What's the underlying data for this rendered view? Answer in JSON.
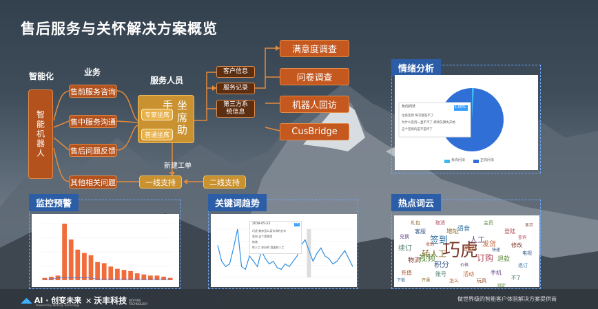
{
  "slide": {
    "title": "售后服务与关怀解决方案概览"
  },
  "headings": {
    "intelligent": "智能化",
    "business": "业务",
    "staff": "服务人员"
  },
  "robot": "智能机器人",
  "business_items": [
    "售前服务咨询",
    "售中服务沟通",
    "售后问题反馈",
    "其他相关问题"
  ],
  "agent_assistant": "坐席助手",
  "seats": [
    "专家坐席",
    "普通坐席"
  ],
  "info_boxes": [
    "客户信息",
    "服务记录",
    "第三方系统信息"
  ],
  "channels": [
    "满意度调查",
    "问卷调查",
    "机器人回访",
    "CusBridge"
  ],
  "work_order": "新建工单",
  "support": {
    "first": "一线支持",
    "second": "二线支持"
  },
  "panels": {
    "emotion": "情绪分析",
    "monitor": "监控预警",
    "keyword": "关键词趋势",
    "hot": "热点词云"
  },
  "emotion_chart": {
    "category": "负向问法",
    "badge": "1.00%",
    "items": [
      "垃圾签到 每次都签不了",
      "为什么签到一直不不了 麻烦又算失开始",
      "这个签到的是不是坏了"
    ],
    "legend": [
      "负向问法",
      "正向问法"
    ]
  },
  "wordcloud": [
    "巧虎",
    "签到",
    "转人工",
    "视频",
    "订购",
    "积分",
    "人工",
    "密码",
    "续订",
    "发货",
    "物流",
    "语音",
    "地址",
    "退款",
    "登陆",
    "客服",
    "手机",
    "充值",
    "账号",
    "活动",
    "修改",
    "退订",
    "礼包",
    "会员",
    "取消",
    "电视",
    "兑换",
    "玩具",
    "不了",
    "怎么",
    "显示",
    "下载",
    "开通",
    "绑定",
    "查询",
    "快递",
    "价格",
    "收到"
  ],
  "footer": {
    "brand1": "AI · 创变未来",
    "brand1_sub": "Powered by Wofeng Technology",
    "brand2": "沃丰科技",
    "brand2_sub": "WOFENG TECHNOLOGY",
    "slogan": "做世界级的智能客户体验解决方案提供商"
  },
  "monitor_chart": {
    "type": "bar",
    "values": [
      0.2,
      0.3,
      0.4,
      5.0,
      3.6,
      2.7,
      2.4,
      2.2,
      1.6,
      1.5,
      1.2,
      1.0,
      0.9,
      0.8,
      0.6,
      0.5,
      0.4,
      0.4,
      0.3,
      0.2
    ],
    "line": [
      0.1,
      0.1,
      0.2,
      0.2,
      0.2,
      0.2,
      0.2,
      0.2,
      0.1,
      0.1,
      0.1,
      0.1,
      0.1,
      0.1,
      0.1,
      0.1,
      0.1,
      0.1,
      0.1,
      0.1
    ],
    "colors": {
      "bar": "#f26b3a",
      "line": "#3a7be8"
    }
  },
  "keyword_chart": {
    "type": "line",
    "values": [
      60,
      30,
      20,
      25,
      55,
      90,
      20,
      15,
      40,
      30,
      20,
      50,
      35,
      25,
      30,
      18,
      15,
      25,
      20,
      30,
      40,
      60,
      70,
      50,
      30,
      45,
      55,
      40,
      35,
      25,
      30,
      40,
      50,
      35,
      20
    ],
    "color": "#2f8fe0",
    "tooltip": {
      "title": "2019-05-23",
      "tag": "24",
      "rows": [
        "巧虎 教你怎么读诗词的名字",
        "签到 这个是哪里",
        "修改",
        "转人工 你好转 我要转人工"
      ]
    }
  }
}
